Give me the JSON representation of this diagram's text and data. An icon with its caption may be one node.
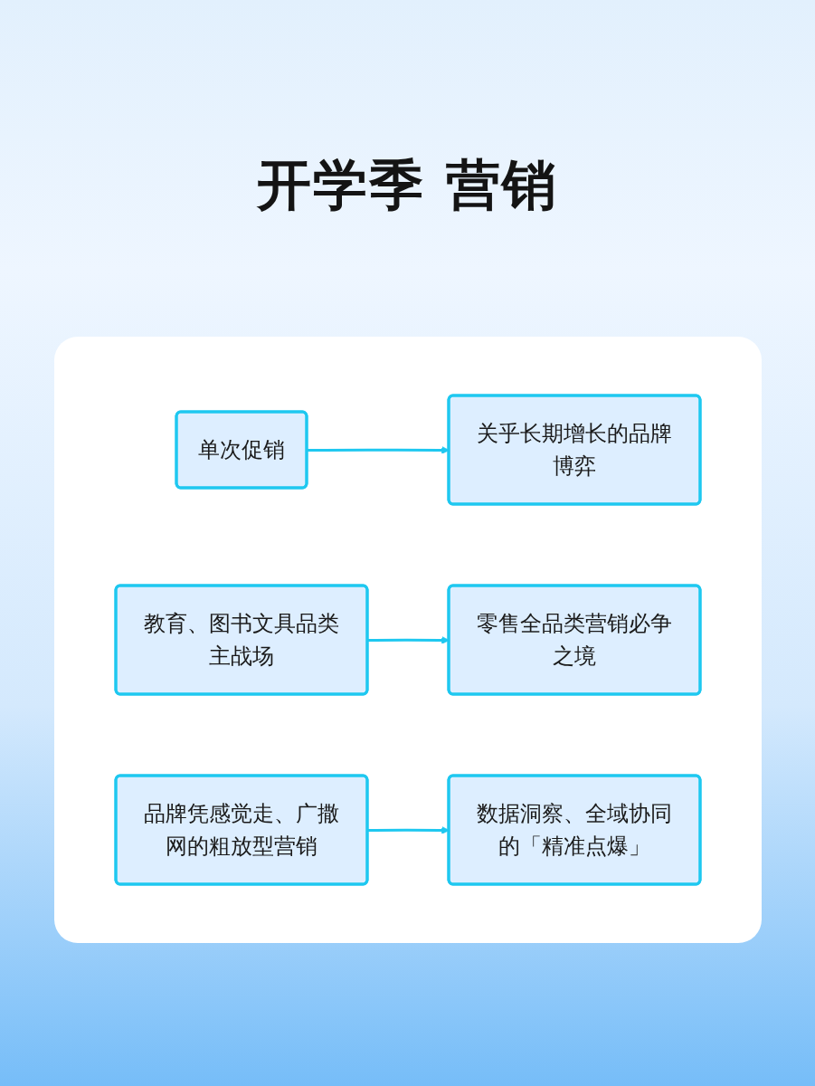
{
  "diagram": {
    "title": "开学季 营销",
    "nodes": [
      {
        "text": [
          "单次促销"
        ]
      },
      {
        "text": [
          "关乎长期增长的品牌博弈"
        ]
      },
      {
        "text": [
          "教育、图书文具品类主战场"
        ]
      },
      {
        "text": [
          "零售全品类营销必争之境"
        ]
      },
      {
        "text": [
          "品牌凭感觉走、广撒网的粗放型营销"
        ]
      },
      {
        "text": [
          "数据洞察、全域协同的「精准点爆」"
        ]
      }
    ],
    "edges": [
      {
        "from": 0,
        "to": 1,
        "arrow": "to"
      },
      {
        "from": 2,
        "to": 3,
        "arrow": "to"
      },
      {
        "from": 4,
        "to": 5,
        "arrow": "to"
      }
    ]
  }
}
